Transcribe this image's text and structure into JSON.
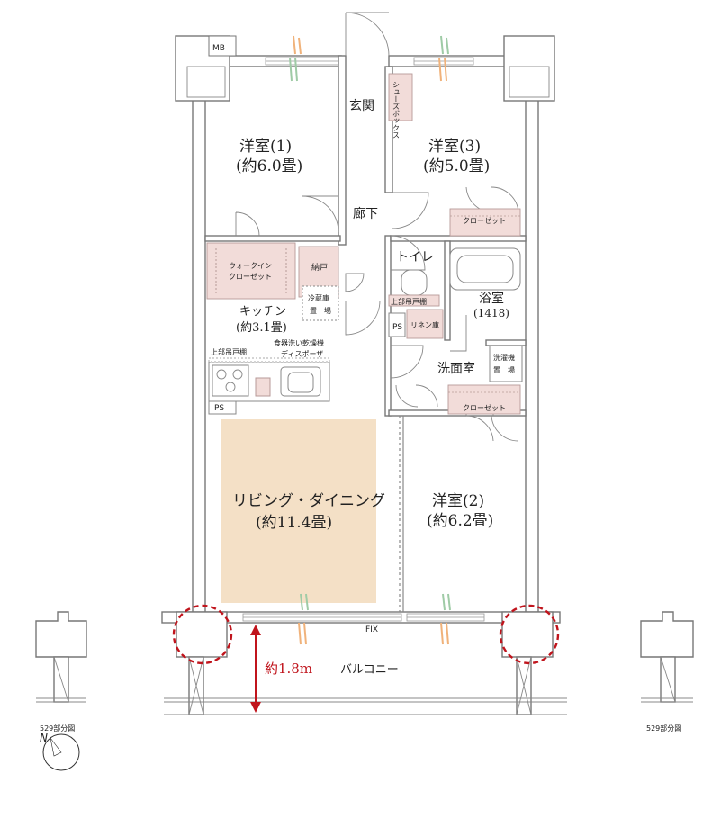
{
  "rooms": {
    "bedroom1_name": "洋室(1)",
    "bedroom1_size": "(約6.0畳)",
    "bedroom3_name": "洋室(3)",
    "bedroom3_size": "(約5.0畳)",
    "bedroom2_name": "洋室(2)",
    "bedroom2_size": "(約6.2畳)",
    "living_name": "リビング・ダイニング",
    "living_size": "(約11.4畳)",
    "kitchen_name": "キッチン",
    "kitchen_size": "(約3.1畳)",
    "entrance": "玄関",
    "hallway": "廊下",
    "toilet": "トイレ",
    "bath_name": "浴室",
    "bath_size": "(1418)",
    "washroom": "洗面室",
    "balcony": "バルコニー"
  },
  "fixtures": {
    "mb": "MB",
    "shoe_box": "シューズボックス",
    "closet_upper": "クローゼット",
    "closet_lower": "クローゼット",
    "walk_in_1": "ウォークイン",
    "walk_in_2": "クローゼット",
    "storage": "納戸",
    "fridge_1": "冷蔵庫",
    "fridge_2": "置　場",
    "upper_cabinet_toilet": "上部吊戸棚",
    "upper_cabinet_kitchen": "上部吊戸棚",
    "ps_upper": "PS",
    "ps_lower": "PS",
    "linen": "リネン庫",
    "washer_1": "洗濯機",
    "washer_2": "置　場",
    "dishwasher_1": "食器洗い乾燥機",
    "dishwasher_2": "ディスポーザ",
    "fix": "FIX"
  },
  "annotations": {
    "balcony_depth": "約1.8m",
    "detail_left": "529部分図",
    "detail_right": "529部分図"
  },
  "colors": {
    "living_floor": "#f4e0c6",
    "closet_fill": "#f2dcd9",
    "dimension_red": "#c0141c",
    "wall_stroke": "#777777"
  }
}
